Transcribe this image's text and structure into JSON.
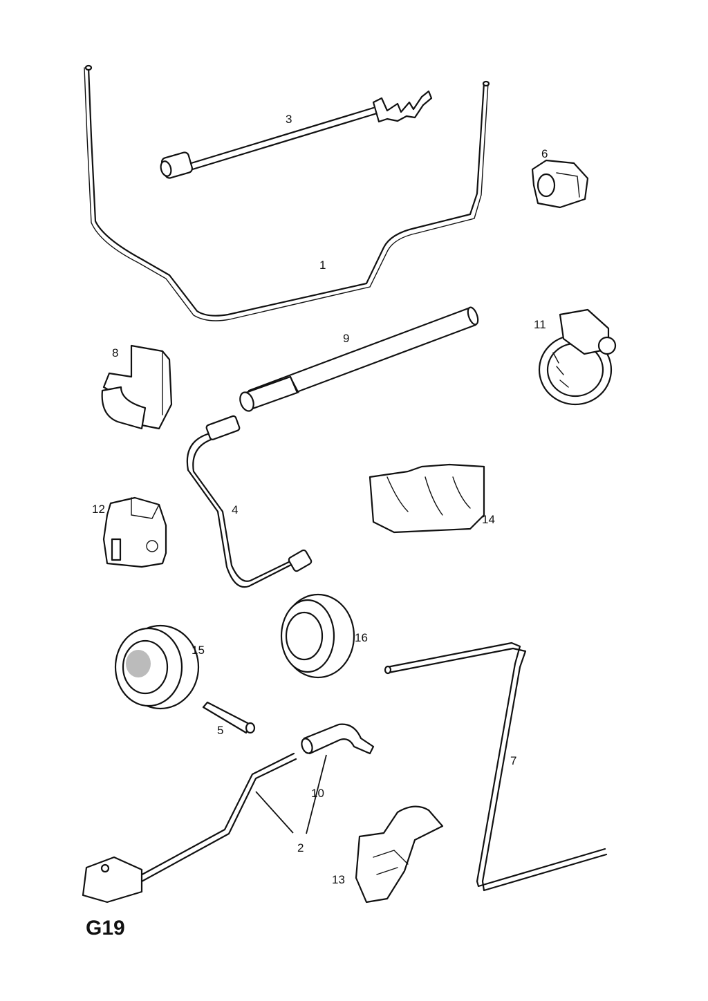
{
  "diagram_code": "G19",
  "callouts": {
    "c1": "1",
    "c2": "2",
    "c3": "3",
    "c4": "4",
    "c5": "5",
    "c6": "6",
    "c7": "7",
    "c8": "8",
    "c9": "9",
    "c10": "10",
    "c11": "11",
    "c12": "12",
    "c13": "13",
    "c14": "14",
    "c15": "15",
    "c16": "16"
  }
}
